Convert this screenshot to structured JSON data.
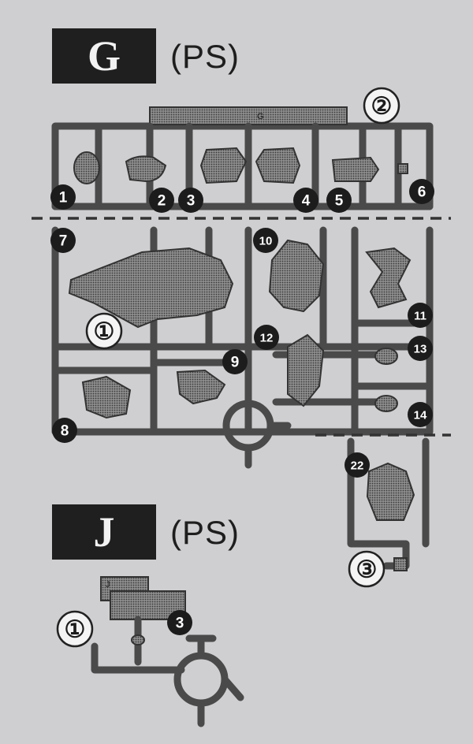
{
  "sheets": [
    {
      "id": "G",
      "letter": "G",
      "material": "(PS)"
    },
    {
      "id": "J",
      "letter": "J",
      "material": "(PS)"
    }
  ],
  "g_runner": {
    "frame_tag": "G",
    "sub_labels": [
      "①",
      "②",
      "③"
    ],
    "part_numbers": [
      "1",
      "2",
      "3",
      "4",
      "5",
      "6",
      "7",
      "8",
      "9",
      "10",
      "11",
      "12",
      "13",
      "14",
      "22"
    ]
  },
  "j_runner": {
    "frame_tag": "J",
    "sub_labels": [
      "①"
    ],
    "part_numbers": [
      "3"
    ]
  },
  "colors": {
    "background": "#cfcfd1",
    "runner": "#4a4a4a",
    "badge": "#1c1c1c"
  }
}
